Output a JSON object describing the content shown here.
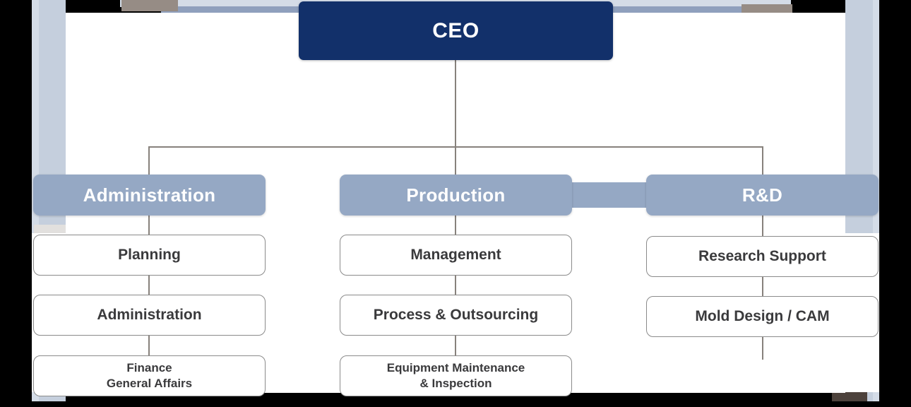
{
  "chart": {
    "type": "org-chart",
    "root": {
      "label": "CEO",
      "color": "#12306a"
    },
    "departments": [
      {
        "label": "Administration",
        "color": "#95a8c4",
        "items": [
          {
            "label": "Planning",
            "lines": [
              "Planning"
            ]
          },
          {
            "label": "Administration",
            "lines": [
              "Administration"
            ]
          },
          {
            "label": "Finance General Affairs",
            "lines": [
              "Finance",
              "General Affairs"
            ]
          }
        ]
      },
      {
        "label": "Production",
        "color": "#95a8c4",
        "items": [
          {
            "label": "Management",
            "lines": [
              "Management"
            ]
          },
          {
            "label": "Process & Outsourcing",
            "lines": [
              "Process & Outsourcing"
            ]
          },
          {
            "label": "Equipment Maintenance & Inspection",
            "lines": [
              "Equipment Maintenance",
              "& Inspection"
            ]
          }
        ]
      },
      {
        "label": "R&D",
        "color": "#95a8c4",
        "items": [
          {
            "label": "Research Support",
            "lines": [
              "Research Support"
            ]
          },
          {
            "label": "Mold Design / CAM",
            "lines": [
              "Mold Design / CAM"
            ]
          }
        ]
      }
    ],
    "connector_color": "#87817c",
    "item_text_color": "#3a3a3c",
    "card_background": "#ffffff",
    "page_background": "#c5cfdd"
  }
}
